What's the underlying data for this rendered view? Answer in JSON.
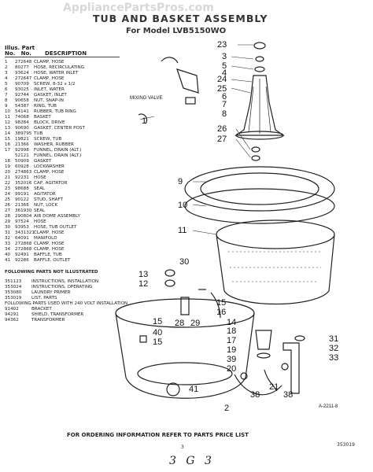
{
  "watermark": "AppliancePartsPros.com",
  "title": "TUB AND BASKET ASSEMBLY",
  "subtitle": "For Model LVB5150WO",
  "table": {
    "header_line1": "Illus. Part",
    "header_no": "No.",
    "header_no2": "No.",
    "header_desc": "DESCRIPTION"
  },
  "parts": [
    {
      "no": "1",
      "part": "272648",
      "desc": "CLAMP, HOSE"
    },
    {
      "no": "2",
      "part": "80277",
      "desc": "HOSE, RECIRCULATING"
    },
    {
      "no": "3",
      "part": "93624",
      "desc": "HOSE, WATER INLET"
    },
    {
      "no": "4",
      "part": "272647",
      "desc": "CLAMP, HOSE"
    },
    {
      "no": "5",
      "part": "90709",
      "desc": "SCREW, 8-32 x 1/2"
    },
    {
      "no": "6",
      "part": "93025",
      "desc": "INLET, WATER"
    },
    {
      "no": "7",
      "part": "92744",
      "desc": "GASKET, INLET"
    },
    {
      "no": "8",
      "part": "90658",
      "desc": "NUT, SNAP-IN"
    },
    {
      "no": "9",
      "part": "54387",
      "desc": "RING, TUB"
    },
    {
      "no": "10",
      "part": "54141",
      "desc": "RUBBER, TUB RING"
    },
    {
      "no": "11",
      "part": "74068",
      "desc": "BASKET"
    },
    {
      "no": "12",
      "part": "98284",
      "desc": "BLOCK, DRIVE"
    },
    {
      "no": "13",
      "part": "90690",
      "desc": "GASKET, CENTER POST"
    },
    {
      "no": "14",
      "part": "389795",
      "desc": "TUB"
    },
    {
      "no": "15",
      "part": "19821",
      "desc": "SCREW, TUB"
    },
    {
      "no": "16",
      "part": "21366",
      "desc": "WASHER, RUBBER"
    },
    {
      "no": "17",
      "part": "92998",
      "desc": "FUNNEL, DRAIN (ALT.)"
    },
    {
      "no": "",
      "part": "52121",
      "desc": "FUNNEL, DRAIN (ALT.)"
    },
    {
      "no": "18",
      "part": "50909",
      "desc": "GASKET"
    },
    {
      "no": "19",
      "part": "60928",
      "desc": "LOCKWASHER"
    },
    {
      "no": "20",
      "part": "274863",
      "desc": "CLAMP, HOSE"
    },
    {
      "no": "21",
      "part": "92231",
      "desc": "HOSE"
    },
    {
      "no": "22",
      "part": "352016",
      "desc": "CAP, AGITATOR"
    },
    {
      "no": "23",
      "part": "98688",
      "desc": "SEAL"
    },
    {
      "no": "24",
      "part": "99191",
      "desc": "AGITATOR"
    },
    {
      "no": "25",
      "part": "90122",
      "desc": "STUD, SHAFT"
    },
    {
      "no": "26",
      "part": "21366",
      "desc": "NUT, LOCK"
    },
    {
      "no": "27",
      "part": "361930",
      "desc": "SEAL"
    },
    {
      "no": "28",
      "part": "290804",
      "desc": "AIR DOME ASSEMBLY"
    },
    {
      "no": "29",
      "part": "97524",
      "desc": "HOSE"
    },
    {
      "no": "30",
      "part": "93953",
      "desc": "HOSE, TUB OUTLET"
    },
    {
      "no": "31",
      "part": "3431321",
      "desc": "CLAMP, HOSE"
    },
    {
      "no": "32",
      "part": "64091",
      "desc": "MANIFOLD"
    },
    {
      "no": "33",
      "part": "272868",
      "desc": "CLAMP, HOSE"
    },
    {
      "no": "34",
      "part": "272868",
      "desc": "CLAMP, HOSE"
    },
    {
      "no": "40",
      "part": "92491",
      "desc": "BAFFLE, TUB"
    },
    {
      "no": "41",
      "part": "92286",
      "desc": "BAFFLE, OUTLET"
    }
  ],
  "not_illustrated_title": "FOLLOWING PARTS NOT ILLUSTRATED",
  "not_illustrated": [
    {
      "part": "351123",
      "desc": "INSTRUCTIONS, INSTALLATION"
    },
    {
      "part": "353024",
      "desc": "INSTRUCTIONS, OPERATING"
    },
    {
      "part": "353080",
      "desc": "LAUNDRY PRIMER"
    },
    {
      "part": "353019",
      "desc": "LIST, PARTS"
    },
    {
      "part": "",
      "desc": "FOLLOWING PARTS USED WITH 240 VOLT INSTALLATION"
    },
    {
      "part": "91402",
      "desc": "BRACKET"
    },
    {
      "part": "94291",
      "desc": "SHIELD, TRANSFORMER"
    },
    {
      "part": "94362",
      "desc": "TRANSFORMER"
    }
  ],
  "diagram": {
    "mixing_valve_label": "MIXING VALVE",
    "figure_id": "A-2211-8",
    "callouts": [
      "1",
      "2",
      "3",
      "4",
      "5",
      "6",
      "7",
      "8",
      "9",
      "10",
      "11",
      "12",
      "13",
      "14",
      "15",
      "16",
      "17",
      "18",
      "19",
      "20",
      "21",
      "23",
      "24",
      "25",
      "26",
      "27",
      "28",
      "29",
      "30",
      "31",
      "32",
      "33",
      "38",
      "39",
      "40",
      "41"
    ]
  },
  "footer": "FOR ORDERING INFORMATION REFER TO PARTS PRICE LIST",
  "page_number": "3",
  "doc_number": "353019",
  "handwriting": "3 G 3"
}
